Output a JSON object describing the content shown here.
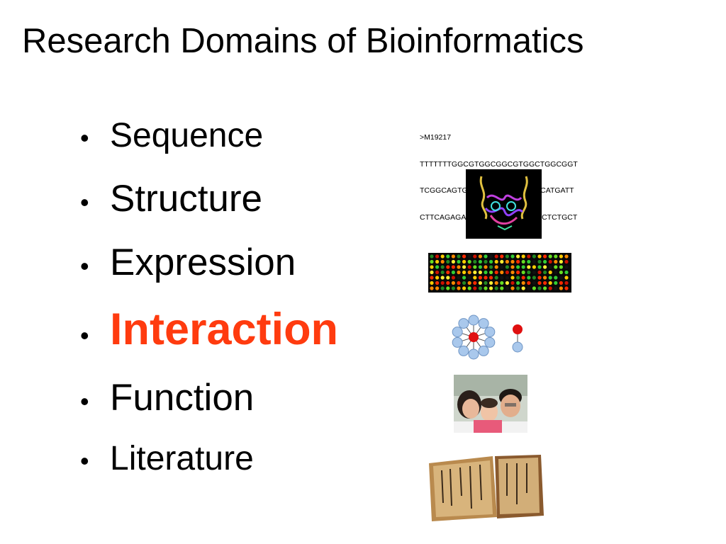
{
  "slide": {
    "title": "Research Domains of Bioinformatics",
    "bullet_char": "•",
    "highlight_color": "#ff3b0f",
    "items": [
      {
        "label": "Sequence"
      },
      {
        "label": "Structure"
      },
      {
        "label": "Expression"
      },
      {
        "label": "Interaction",
        "highlighted": true
      },
      {
        "label": "Function"
      },
      {
        "label": "Literature"
      }
    ],
    "sequence": {
      "header": ">M19217",
      "lines": [
        "TTTTTTTGGCGTGGCGGCGTGGCTGGCGGT",
        "TCGGCAGTGAGTGCAAGGATCACCATGATT",
        "CTTCAGAGACTCTTCAGGTTGTTCCTCTGCT"
      ]
    }
  }
}
